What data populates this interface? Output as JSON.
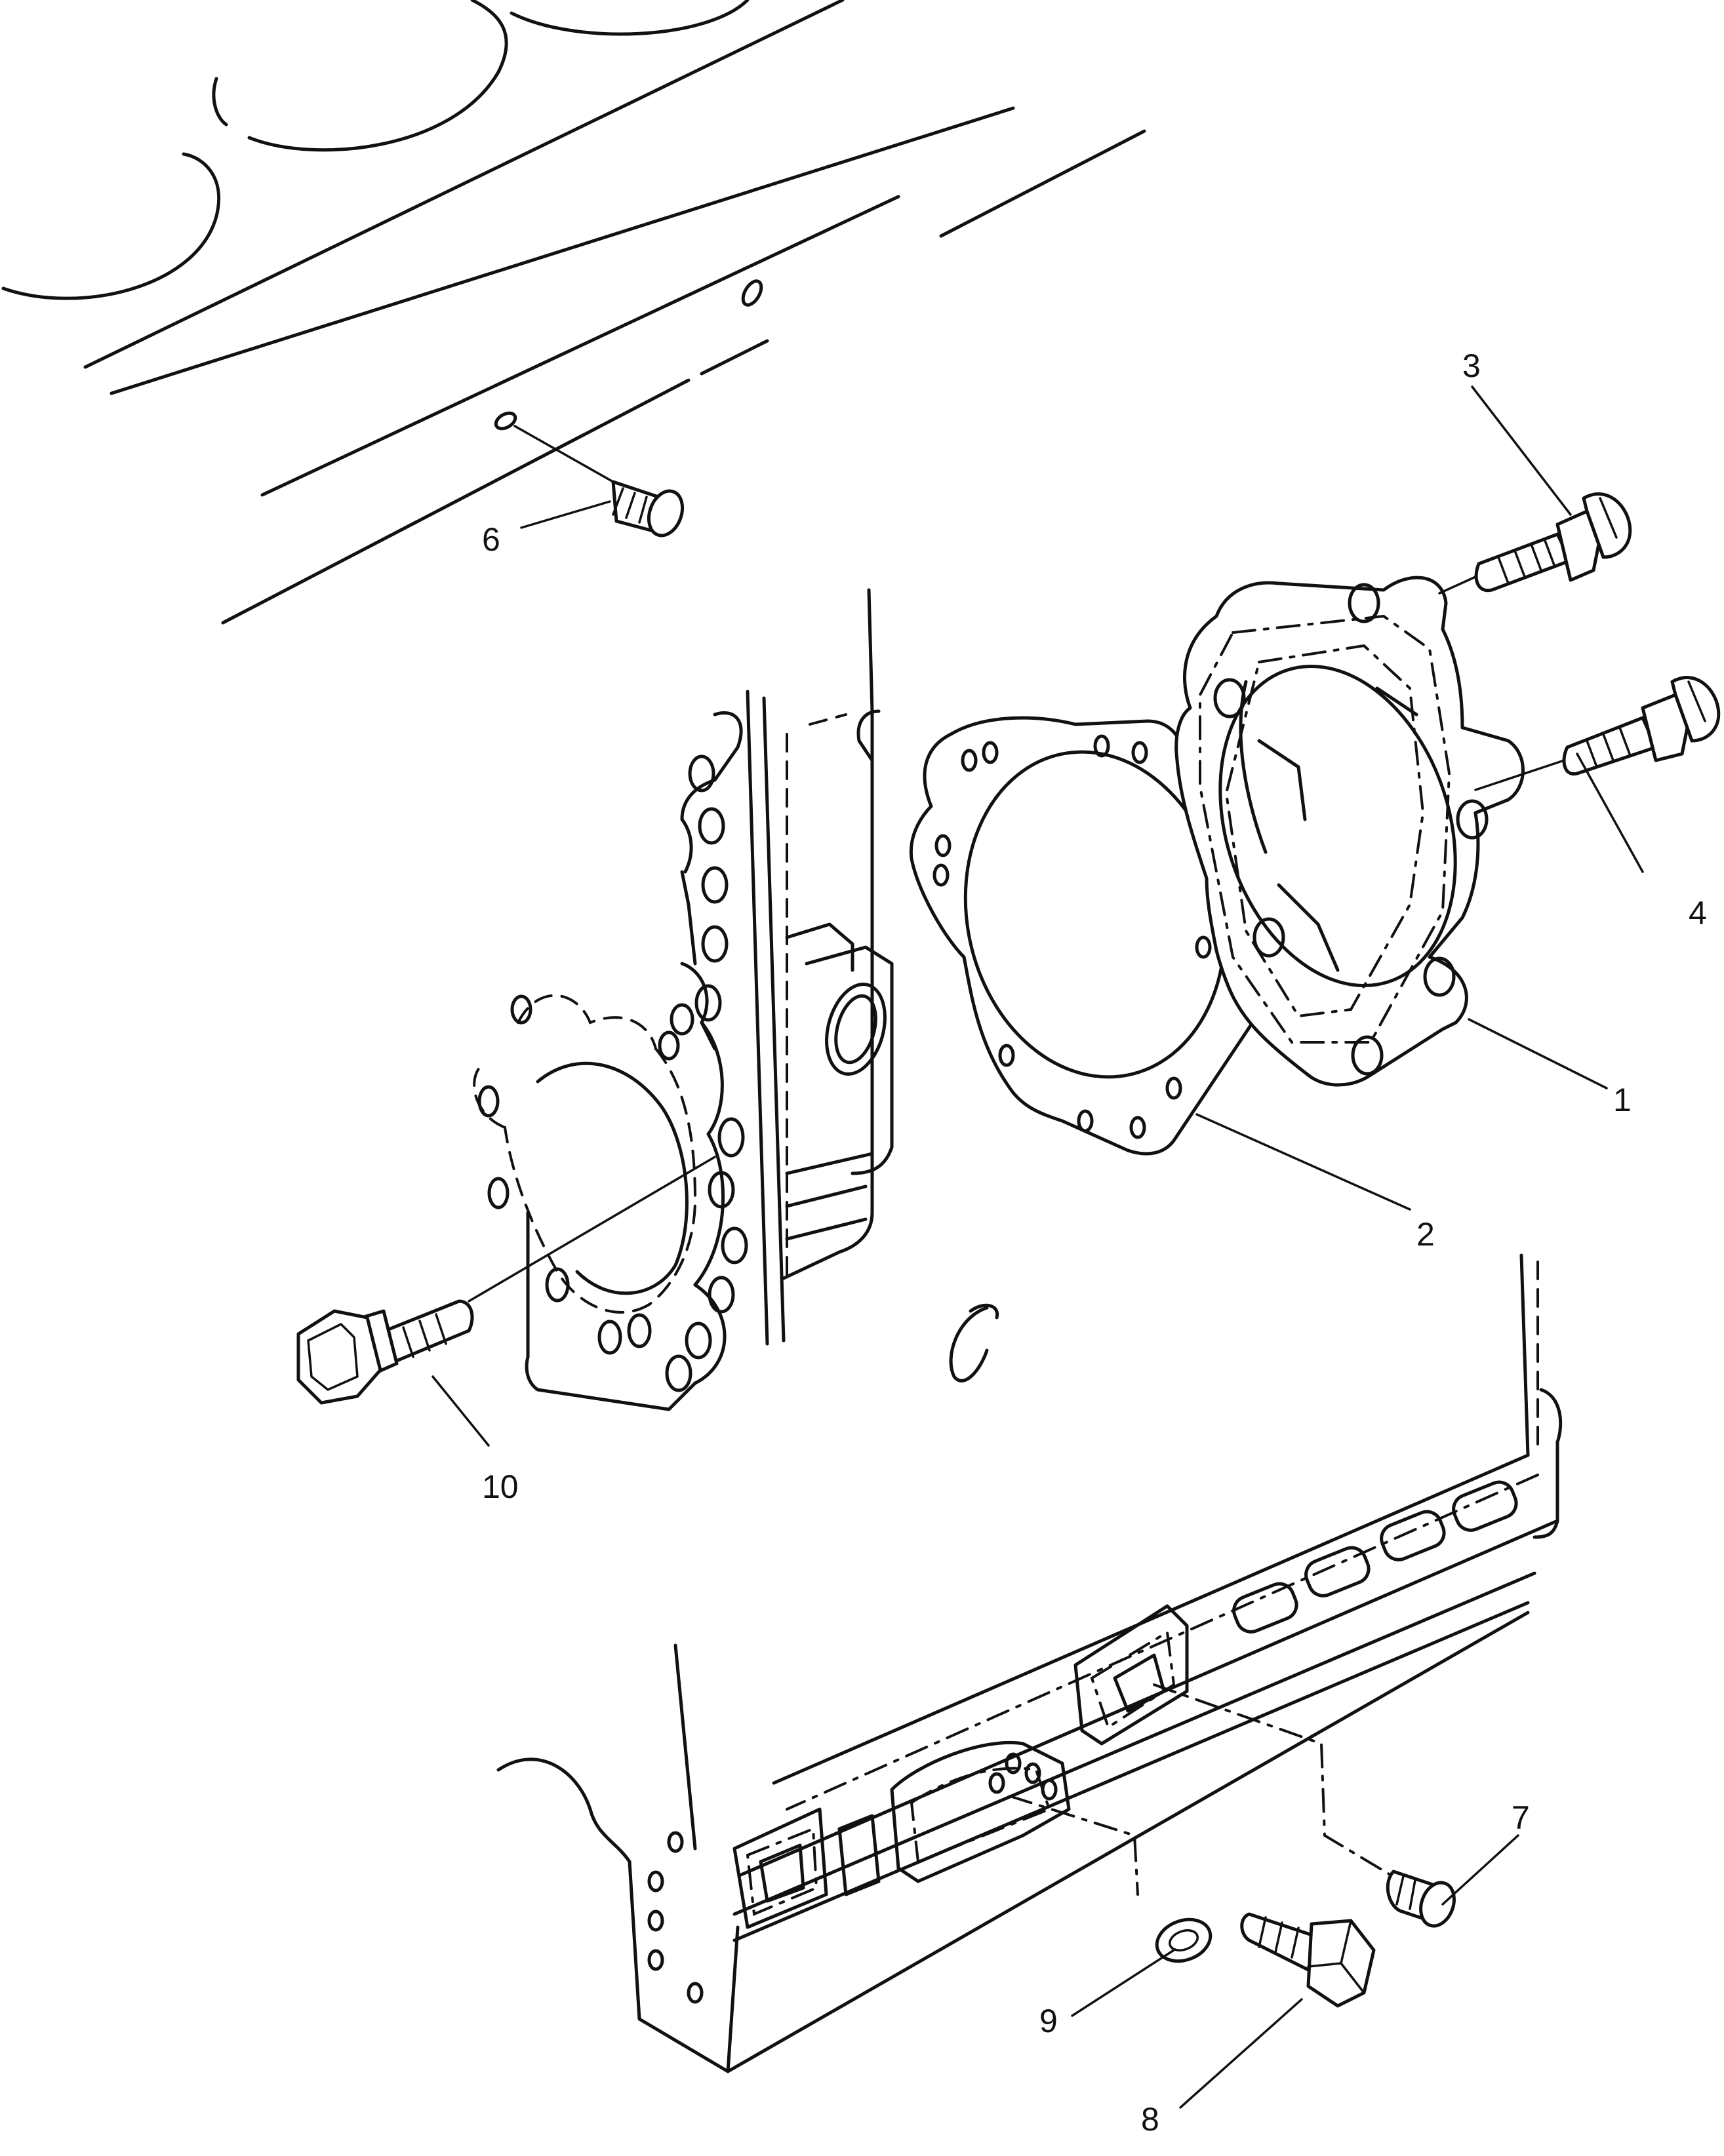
{
  "callouts": [
    {
      "id": "1",
      "label": "1"
    },
    {
      "id": "2",
      "label": "2"
    },
    {
      "id": "3",
      "label": "3"
    },
    {
      "id": "4",
      "label": "4"
    },
    {
      "id": "6",
      "label": "6"
    },
    {
      "id": "7",
      "label": "7"
    },
    {
      "id": "8",
      "label": "8"
    },
    {
      "id": "9",
      "label": "9"
    },
    {
      "id": "10",
      "label": "10"
    }
  ]
}
